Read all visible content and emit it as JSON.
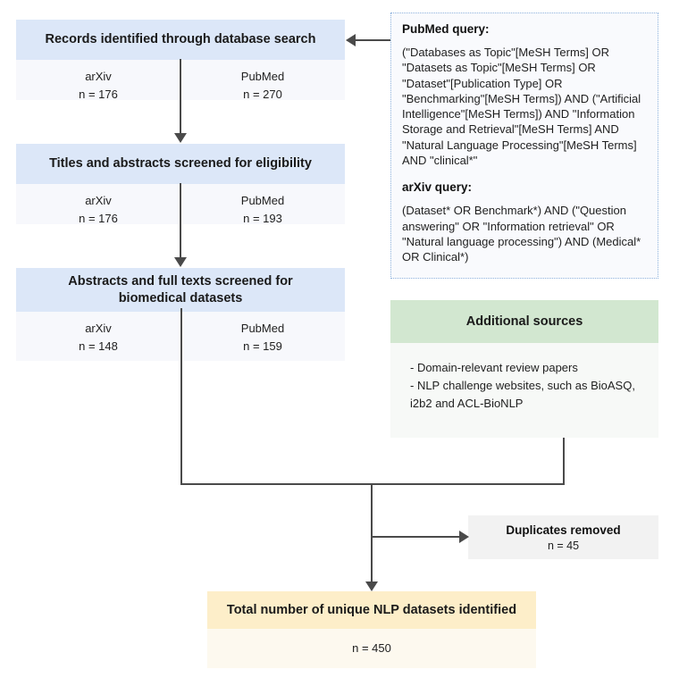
{
  "stages": [
    {
      "id": "records-identified",
      "title": "Records identified through database search",
      "sources": [
        {
          "name": "arXiv",
          "count": "n = 176"
        },
        {
          "name": "PubMed",
          "count": "n = 270"
        }
      ]
    },
    {
      "id": "titles-abstracts-screened",
      "title": "Titles and abstracts screened for eligibility",
      "sources": [
        {
          "name": "arXiv",
          "count": "n = 176"
        },
        {
          "name": "PubMed",
          "count": "n = 193"
        }
      ]
    },
    {
      "id": "abstracts-fulltexts-screened",
      "title": "Abstracts and full texts screened for biomedical datasets",
      "sources": [
        {
          "name": "arXiv",
          "count": "n = 148"
        },
        {
          "name": "PubMed",
          "count": "n = 159"
        }
      ]
    }
  ],
  "query_box": {
    "pubmed_label": "PubMed query:",
    "pubmed_query": " (\"Databases as Topic\"[MeSH Terms] OR \"Datasets as Topic\"[MeSH Terms] OR \"Dataset\"[Publication Type] OR \"Benchmarking\"[MeSH Terms]) AND (\"Artificial Intelligence\"[MeSH Terms]) AND \"Information Storage and Retrieval\"[MeSH Terms] AND \"Natural Language Processing\"[MeSH Terms] AND \"clinical*\"",
    "arxiv_label": "arXiv query:",
    "arxiv_query": "(Dataset* OR Benchmark*) AND (\"Question answering\" OR \"Information retrieval\" OR \"Natural language processing\") AND (Medical* OR Clinical*)"
  },
  "additional_sources": {
    "title": "Additional sources",
    "items": [
      "- Domain-relevant review papers",
      "- NLP challenge websites, such as BioASQ, i2b2 and ACL-BioNLP"
    ]
  },
  "duplicates": {
    "title": "Duplicates removed",
    "count": "n = 45"
  },
  "total": {
    "title": "Total number of unique NLP datasets identified",
    "count": "n = 450"
  },
  "colors": {
    "stage_header_blue": "#dce7f8",
    "stage_body": "#f7f8fc",
    "additional_header_green": "#d2e7d0",
    "additional_body": "#f7f9f7",
    "duplicates_bg": "#f2f2f2",
    "total_header_amber": "#fdeec9",
    "total_body": "#fdf9ef",
    "connector": "#4a4a4a",
    "query_border": "#8fb3dd"
  }
}
